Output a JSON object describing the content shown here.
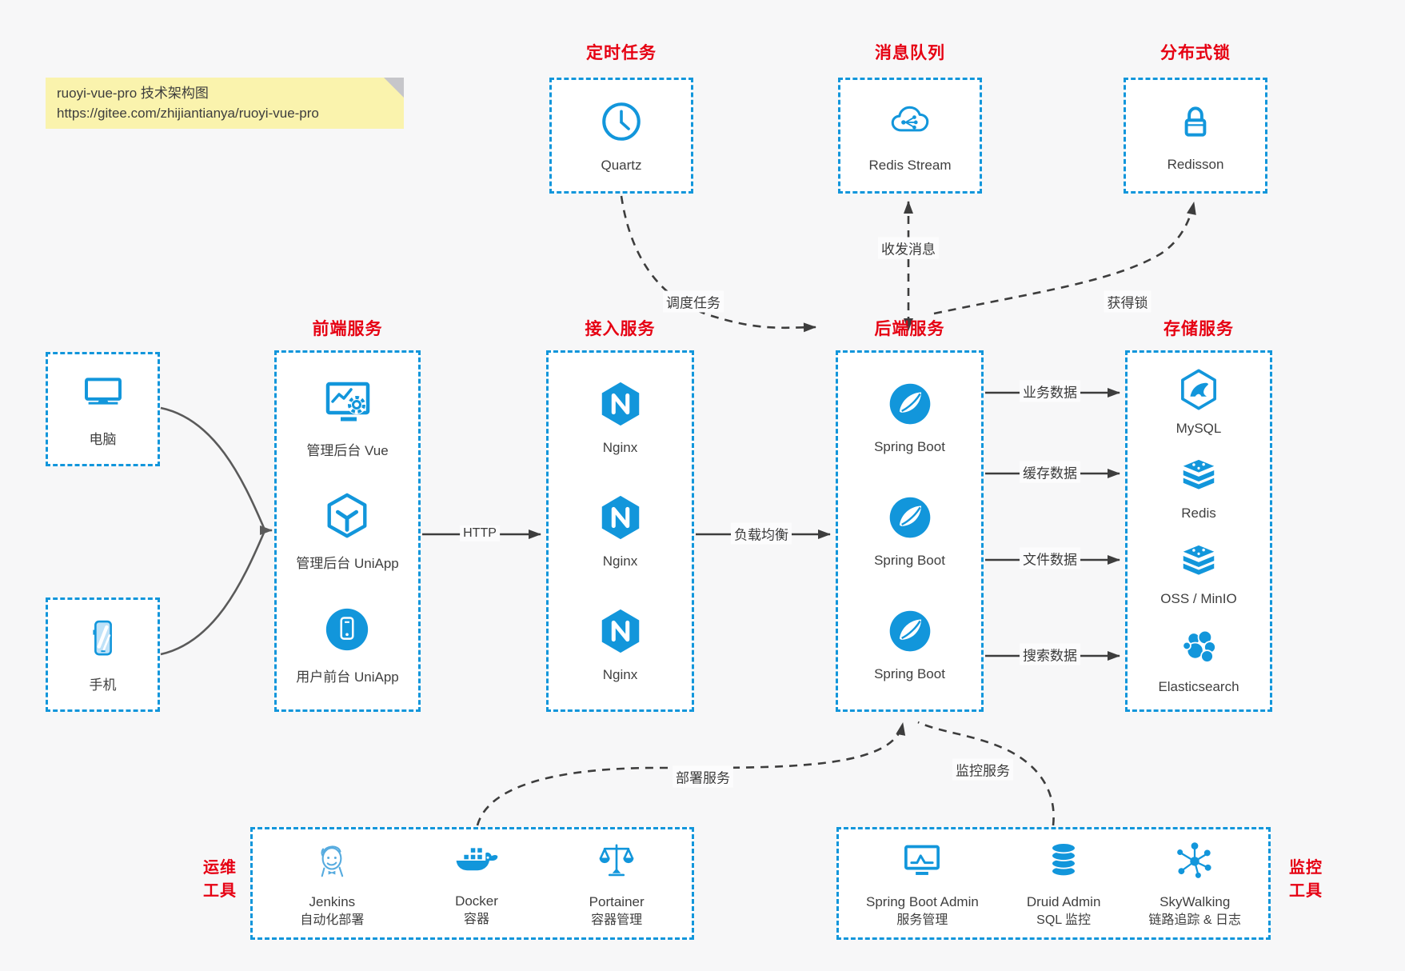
{
  "note": {
    "line1": "ruoyi-vue-pro 技术架构图",
    "line2": "https://gitee.com/zhijiantianya/ruoyi-vue-pro"
  },
  "colors": {
    "accent_blue": "#1296db",
    "title_red": "#e60012",
    "note_yellow": "#faf3ad",
    "arrow_dark": "#3d3d3d",
    "box_bg": "#ffffff",
    "canvas_bg": "#f7f7f8"
  },
  "clients": {
    "pc": {
      "label": "电脑"
    },
    "phone": {
      "label": "手机"
    }
  },
  "groups": {
    "scheduler": {
      "title": "定时任务",
      "items": [
        {
          "label": "Quartz"
        }
      ]
    },
    "mq": {
      "title": "消息队列",
      "items": [
        {
          "label": "Redis Stream"
        }
      ]
    },
    "lock": {
      "title": "分布式锁",
      "items": [
        {
          "label": "Redisson"
        }
      ]
    },
    "frontend": {
      "title": "前端服务",
      "items": [
        {
          "label": "管理后台 Vue"
        },
        {
          "label": "管理后台 UniApp"
        },
        {
          "label": "用户前台 UniApp"
        }
      ]
    },
    "gateway": {
      "title": "接入服务",
      "items": [
        {
          "label": "Nginx"
        },
        {
          "label": "Nginx"
        },
        {
          "label": "Nginx"
        }
      ]
    },
    "backend": {
      "title": "后端服务",
      "items": [
        {
          "label": "Spring Boot"
        },
        {
          "label": "Spring Boot"
        },
        {
          "label": "Spring Boot"
        }
      ]
    },
    "storage": {
      "title": "存储服务",
      "items": [
        {
          "label": "MySQL"
        },
        {
          "label": "Redis"
        },
        {
          "label": "OSS / MinIO"
        },
        {
          "label": "Elasticsearch"
        }
      ]
    },
    "ops": {
      "title_line1": "运维",
      "title_line2": "工具",
      "items": [
        {
          "name": "Jenkins",
          "desc": "自动化部署"
        },
        {
          "name": "Docker",
          "desc": "容器"
        },
        {
          "name": "Portainer",
          "desc": "容器管理"
        }
      ]
    },
    "monitoring": {
      "title_line1": "监控",
      "title_line2": "工具",
      "items": [
        {
          "name": "Spring Boot Admin",
          "desc": "服务管理"
        },
        {
          "name": "Druid Admin",
          "desc": "SQL 监控"
        },
        {
          "name": "SkyWalking",
          "desc": "链路追踪 & 日志"
        }
      ]
    }
  },
  "edges": {
    "http": "HTTP",
    "load_balance": "负载均衡",
    "schedule": "调度任务",
    "messaging": "收发消息",
    "acquire_lock": "获得锁",
    "business_data": "业务数据",
    "cache_data": "缓存数据",
    "file_data": "文件数据",
    "search_data": "搜索数据",
    "deploy": "部署服务",
    "monitor": "监控服务"
  }
}
